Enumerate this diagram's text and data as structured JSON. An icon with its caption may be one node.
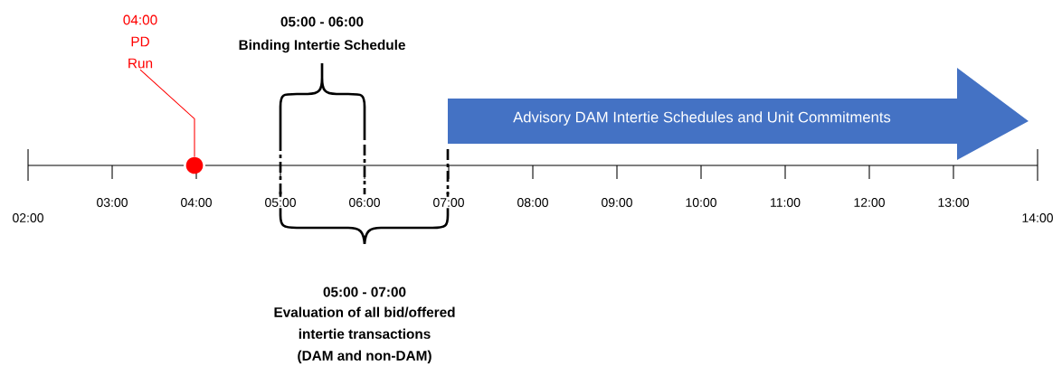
{
  "diagram": {
    "nodes": [
      {
        "text": [
          "04:00 PD Run"
        ]
      },
      {
        "text": [],
        "shape": "circle"
      },
      {
        "text": [
          "Advisory DAM Intertie Schedules and Unit Commitments"
        ]
      }
    ],
    "edges": [
      {
        "from": 0,
        "to": 1,
        "arrow": "none",
        "color": "#ff0000"
      }
    ],
    "labels": [
      "05:00 - 06:00",
      "Binding Intertie Schedule",
      "02:00",
      "03:00",
      "04:00",
      "05:00",
      "06:00",
      "07:00",
      "08:00",
      "09:00",
      "10:00",
      "11:00",
      "12:00",
      "13:00",
      "14:00",
      "05:00 - 07:00",
      "Evaluation of all bid/offered intertie transactions (DAM and non-DAM)"
    ]
  }
}
